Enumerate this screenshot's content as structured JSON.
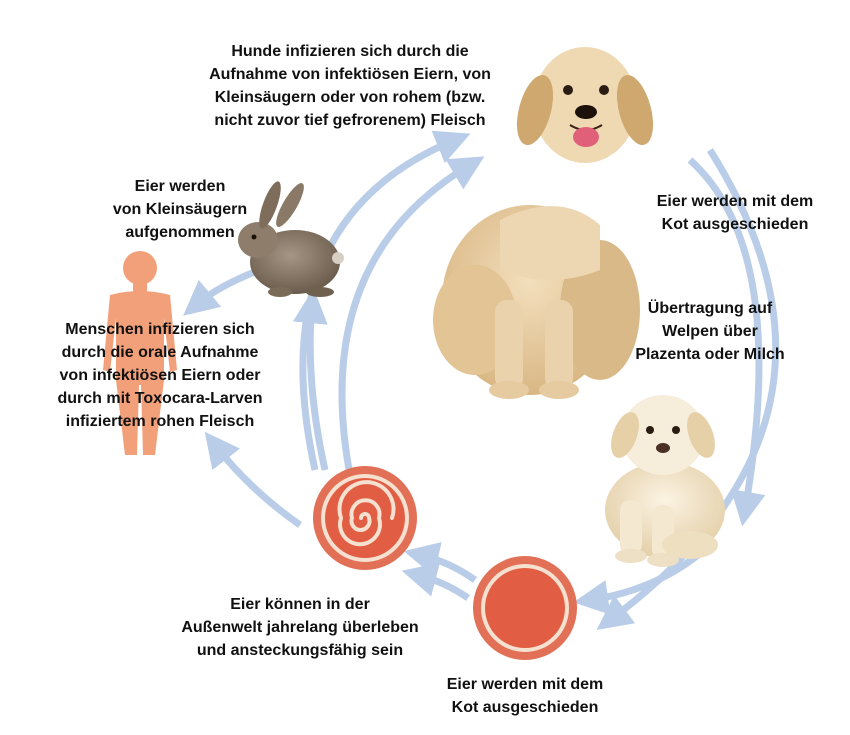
{
  "labels": {
    "dog_infection": [
      "Hunde infizieren sich durch die",
      "Aufnahme von infektiösen Eiern, von",
      "Kleinsäugern oder von rohem (bzw.",
      "nicht zuvor tief gefrorenem) Fleisch"
    ],
    "excretion_top": [
      "Eier werden mit dem",
      "Kot ausgeschieden"
    ],
    "puppy_transmission": [
      "Übertragung auf",
      "Welpen über",
      "Plazenta oder Milch"
    ],
    "rabbit": [
      "Eier werden",
      "von Kleinsäugern",
      "aufgenommen"
    ],
    "human": [
      "Menschen infizieren sich",
      "durch die orale Aufnahme",
      "von infektiösen Eiern oder",
      "durch mit Toxocara-Larven",
      "infiziertem rohen Fleisch"
    ],
    "egg_environment": [
      "Eier können in der",
      "Außenwelt jahrelang überleben",
      "und ansteckungsfähig sein"
    ],
    "excretion_bottom": [
      "Eier werden mit dem",
      "Kot ausgeschieden"
    ]
  },
  "colors": {
    "arrow": "#b9cde9",
    "human": "#f2a07a",
    "egg_outer": "#e27056",
    "egg_ring": "#f6e0cf",
    "egg_core": "#e15e44",
    "dog_fur": "#e9cfa6",
    "puppy_fur": "#f3e6cd",
    "rabbit_fur": "#8a7a68"
  },
  "icons": [
    "adult-dog-illustration",
    "puppy-illustration",
    "rabbit-illustration",
    "human-silhouette",
    "embryonated-egg-icon",
    "unembryonated-egg-icon"
  ]
}
